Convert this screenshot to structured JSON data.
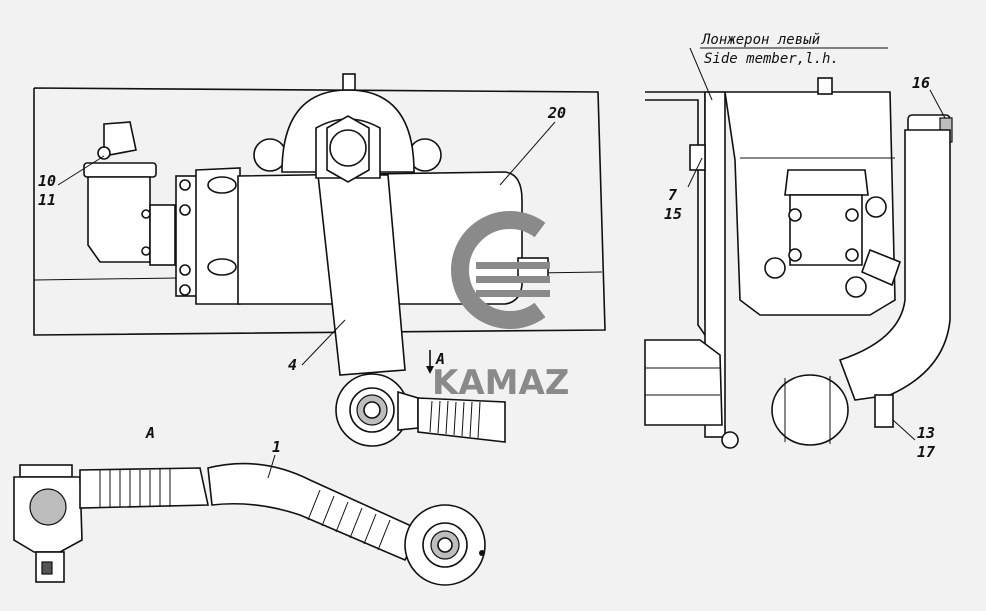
{
  "labels": {
    "callout_10": "10",
    "callout_11": "11",
    "callout_20": "20",
    "callout_4": "4",
    "callout_1": "1",
    "callout_7": "7",
    "callout_15": "15",
    "callout_16": "16",
    "callout_13": "13",
    "callout_17": "17",
    "view_a_mark": "A",
    "view_a_title": "A",
    "side_member_ru": "Лонжерон левый",
    "side_member_en": "Side member,l.h."
  },
  "logo": {
    "brand_text": "KAMAZ",
    "color": "#8a8a8a"
  }
}
